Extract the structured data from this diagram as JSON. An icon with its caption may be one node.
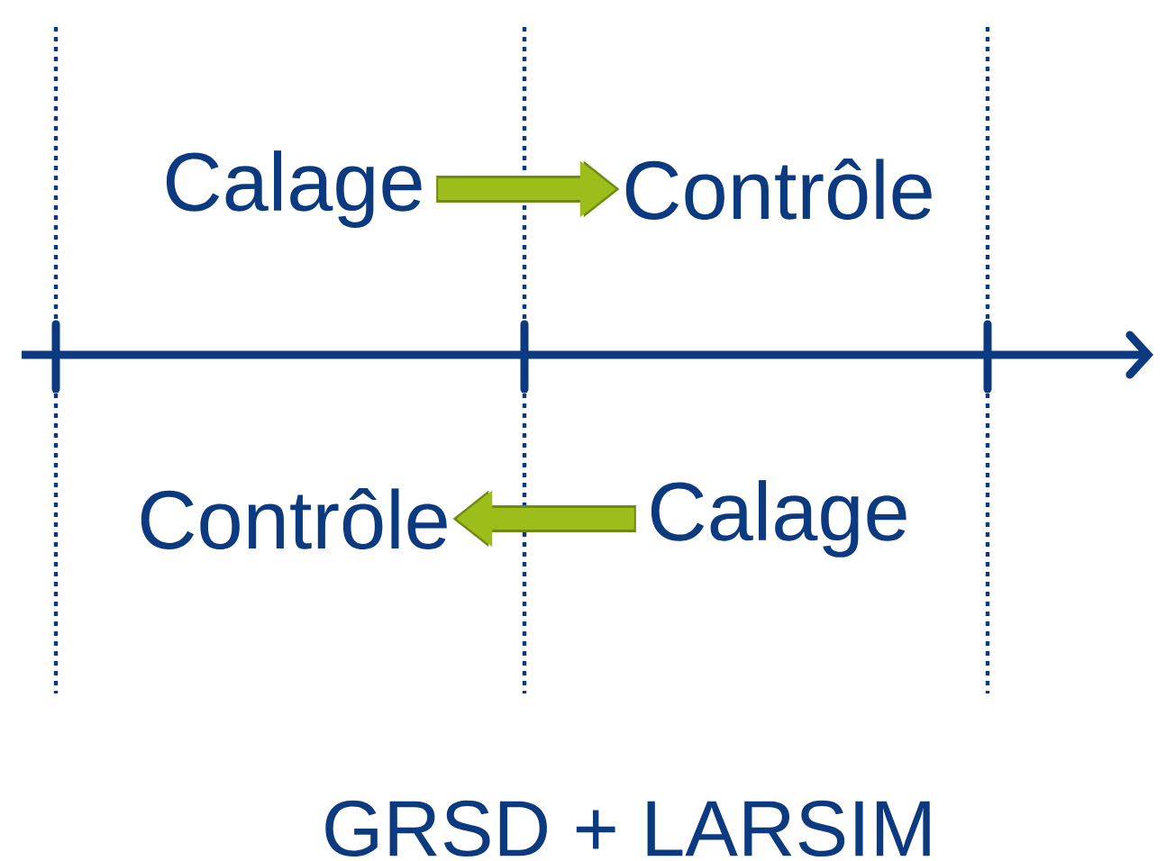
{
  "diagram": {
    "caption": "GRSD + LARSIM",
    "nodes": [
      {
        "text": [
          "Calage"
        ]
      },
      {
        "text": [
          "Contrôle"
        ]
      },
      {
        "text": [
          "Contrôle"
        ]
      },
      {
        "text": [
          "Calage"
        ]
      }
    ],
    "edges": [
      {
        "from": 0,
        "to": 1,
        "arrow": "to"
      },
      {
        "from": 3,
        "to": 2,
        "arrow": "to"
      }
    ]
  }
}
